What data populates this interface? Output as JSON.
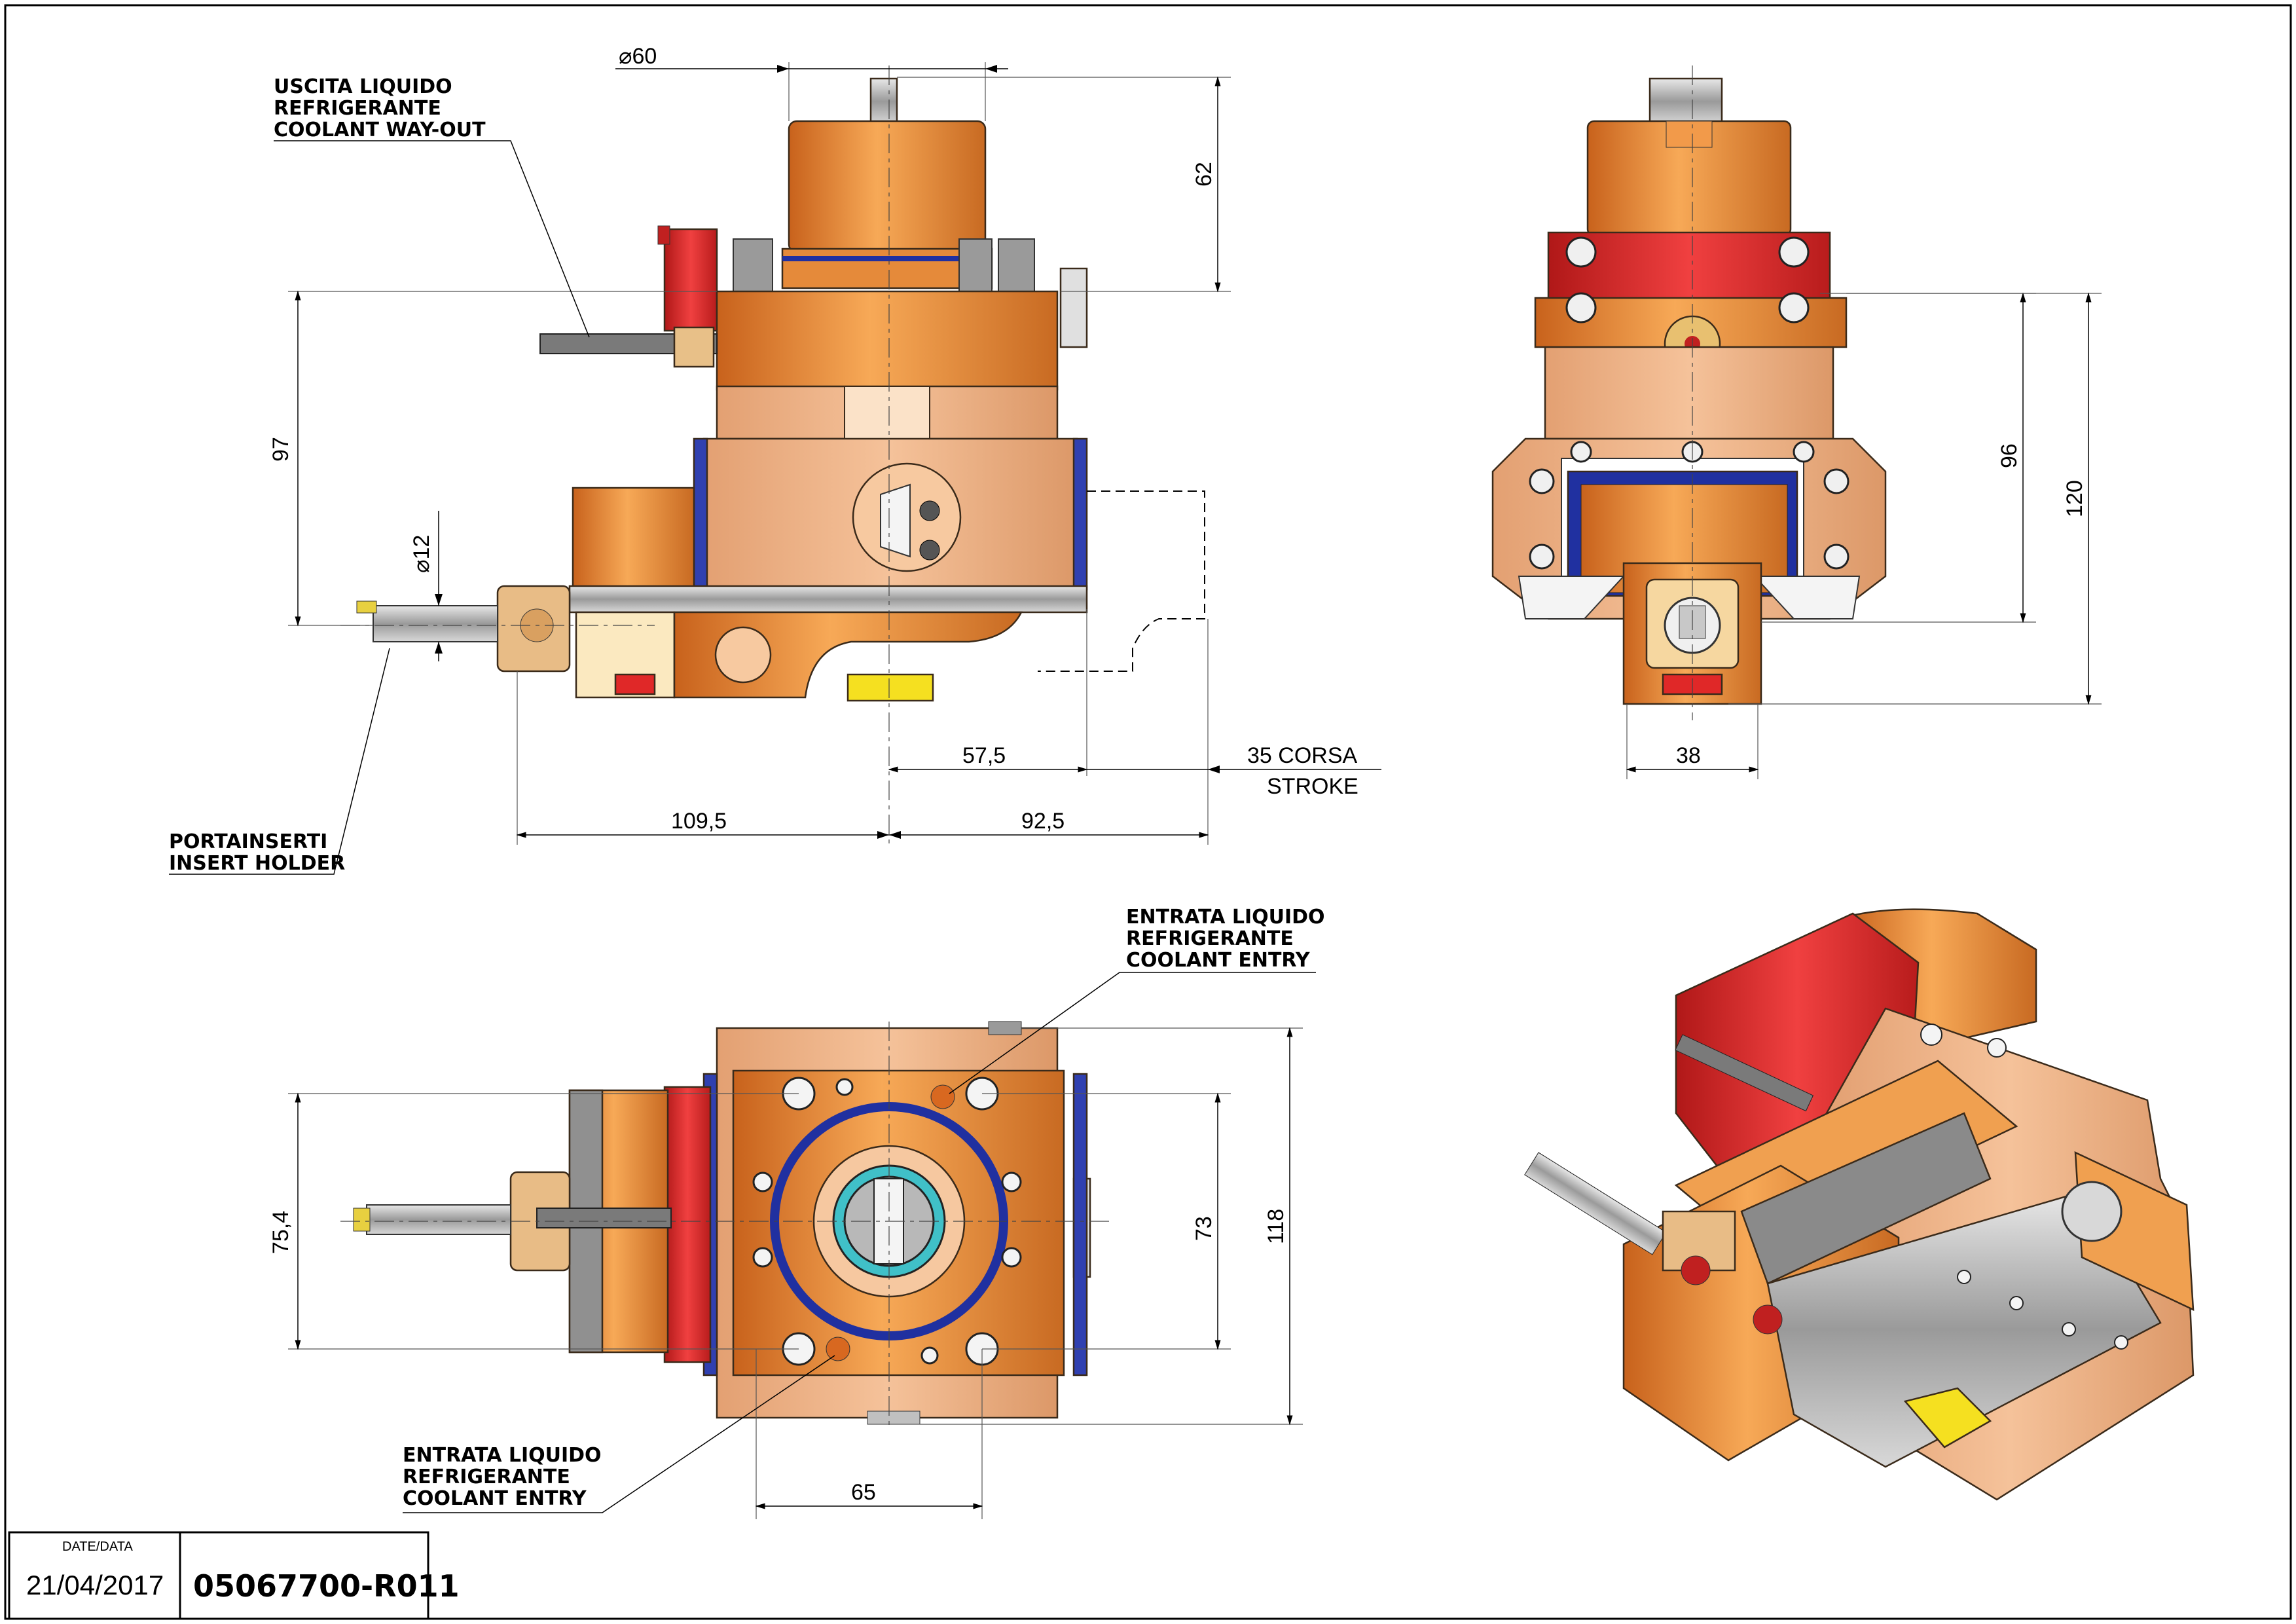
{
  "labels": {
    "coolant_out": [
      "USCITA LIQUIDO",
      "REFRIGERANTE",
      "COOLANT WAY-OUT"
    ],
    "insert_holder": [
      "PORTAINSERTI",
      "INSERT HOLDER"
    ],
    "coolant_entry_top": [
      "ENTRATA LIQUIDO",
      "REFRIGERANTE",
      "COOLANT ENTRY"
    ],
    "coolant_entry_bottom": [
      "ENTRATA LIQUIDO",
      "REFRIGERANTE",
      "COOLANT ENTRY"
    ]
  },
  "dimensions": {
    "dia60": "60",
    "d62": "62",
    "d97": "97",
    "dia12": "12",
    "d57_5": "57,5",
    "stroke_a": "35 CORSA",
    "stroke_b": "STROKE",
    "d109_5": "109,5",
    "d92_5": "92,5",
    "d96": "96",
    "d120": "120",
    "d38": "38",
    "d75_4": "75,4",
    "d73": "73",
    "d118": "118",
    "d65": "65"
  },
  "title_block": {
    "date_header": "DATE/DATA",
    "date": "21/04/2017",
    "code": "05067700-R011"
  },
  "colors": {
    "body_orange": "#f5a04a",
    "dark_orange": "#d9782a",
    "light_salmon": "#f0b98a",
    "red_block": "#e02828",
    "blue_seal": "#2030a0",
    "gray_steel": "#a0a0a0",
    "cream": "#fbe9c0",
    "yellow": "#f5e020"
  }
}
